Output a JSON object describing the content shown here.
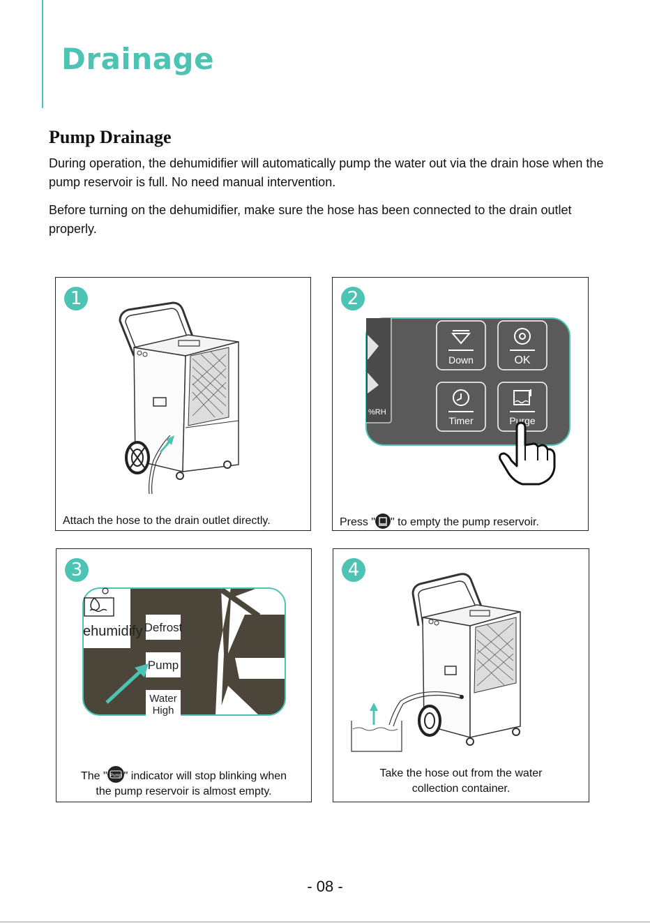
{
  "page": {
    "title": "Drainage",
    "section_title": "Pump Drainage",
    "paragraphs": [
      "During operation, the dehumidifier will automatically pump the water out via the drain hose when the pump reservoir is full. No need manual intervention.",
      "Before turning on the dehumidifier, make sure the hose has been connected to the drain outlet properly."
    ],
    "page_number": "- 08 -"
  },
  "steps": [
    {
      "number": "1",
      "caption": "Attach the hose to the drain outlet directly."
    },
    {
      "number": "2",
      "caption_before": "Press \"",
      "caption_after": "\" to empty the pump reservoir.",
      "buttons": {
        "down": "Down",
        "ok": "OK",
        "timer": "Timer",
        "purge": "Purge"
      },
      "display_unit": "%RH"
    },
    {
      "number": "3",
      "caption_before": "The \"",
      "caption_after": "\" indicator will stop blinking when",
      "caption_line2": "the pump reservoir is almost empty.",
      "icon_label": "Pump",
      "labels": {
        "mode": "ehumidify",
        "defrost": "Defrost",
        "pump": "Pump",
        "water_high_1": "Water",
        "water_high_2": "High"
      }
    },
    {
      "number": "4",
      "caption_line1": "Take the hose out from the water",
      "caption_line2": "collection container."
    }
  ],
  "colors": {
    "accent": "#4cc3b3",
    "panel_dark": "#5a5a5a",
    "display_dark": "#4b4639"
  }
}
